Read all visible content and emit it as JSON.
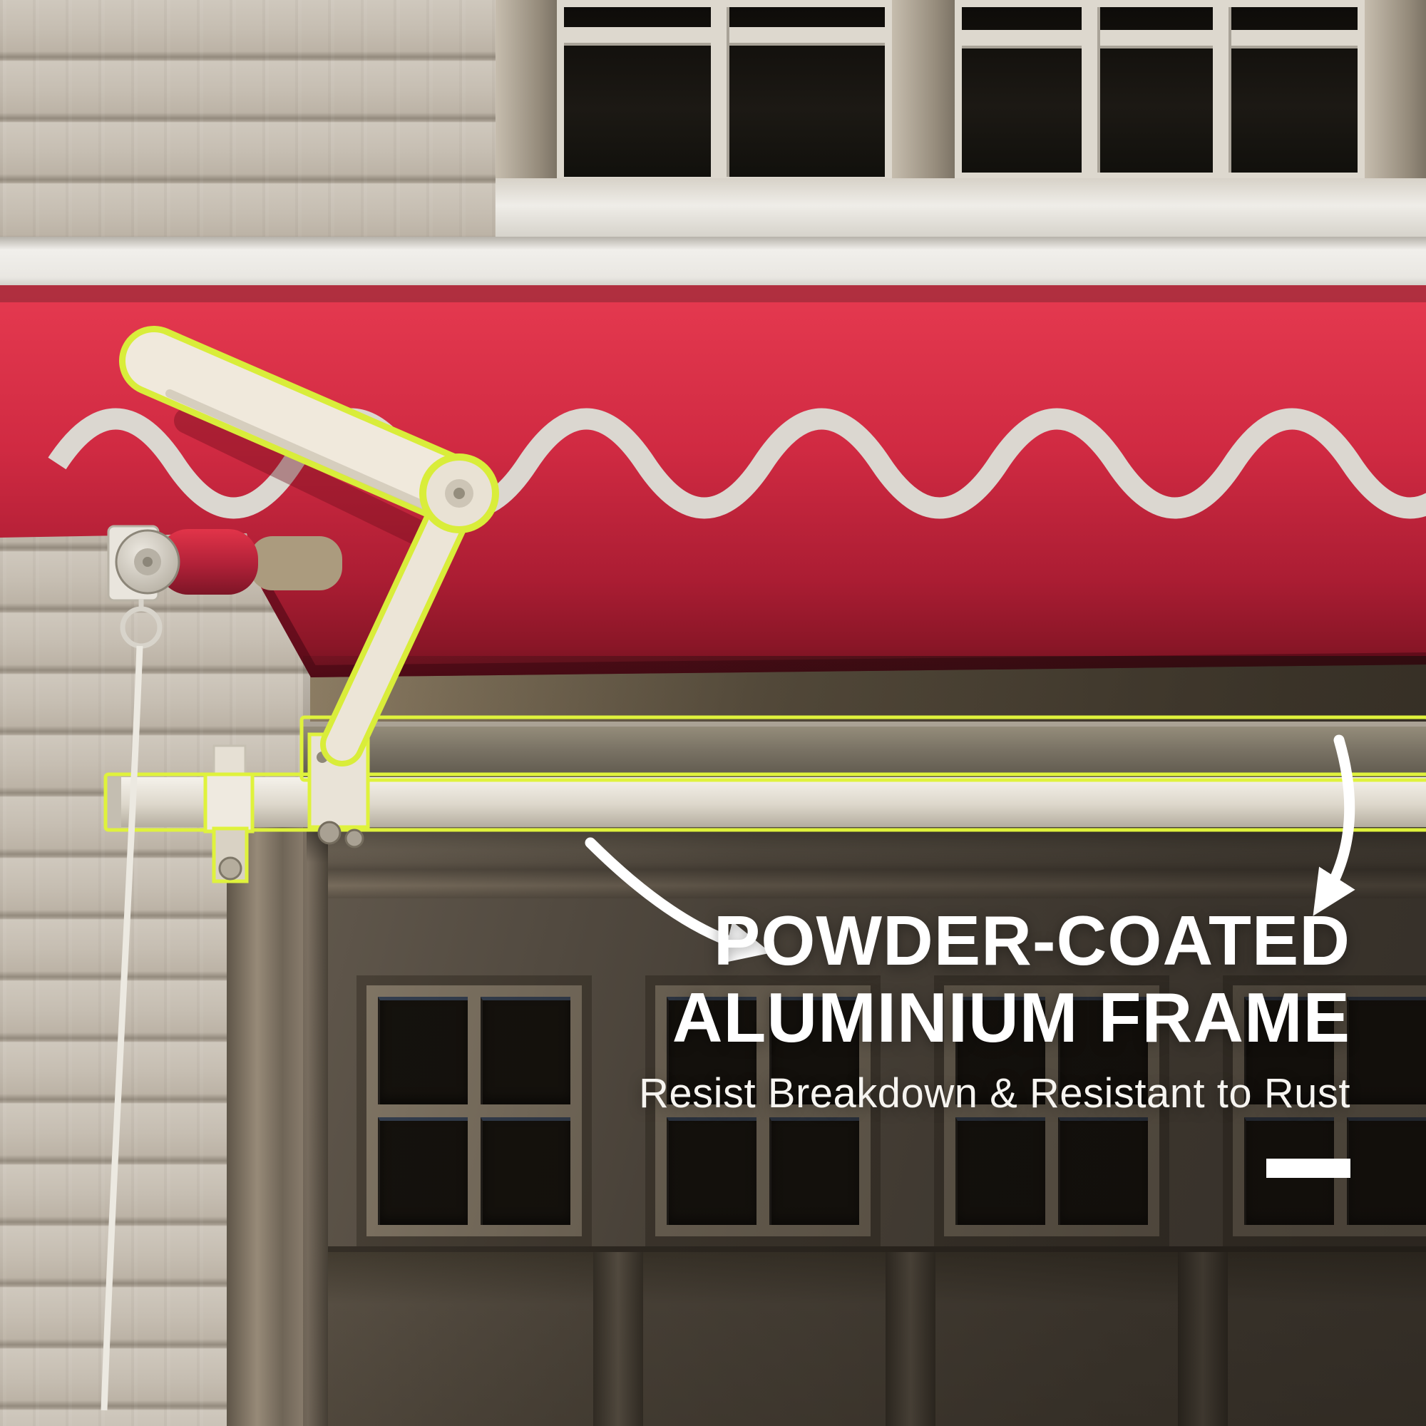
{
  "overlay_text": {
    "headline_line1": "POWDER-COATED",
    "headline_line2": "ALUMINIUM FRAME",
    "subheadline": "Resist Breakdown & Resistant to Rust"
  },
  "colors": {
    "awning_red": "#c9243d",
    "wave_stripe": "#dbd7d0",
    "highlight_outline": "#dff23c",
    "frame_white": "#efe8db",
    "text_white": "#ffffff"
  },
  "icons": {
    "arrow_to_text": "curved-arrow-right-icon",
    "arrow_to_frame": "curved-arrow-down-icon",
    "dash": "underline-dash"
  }
}
